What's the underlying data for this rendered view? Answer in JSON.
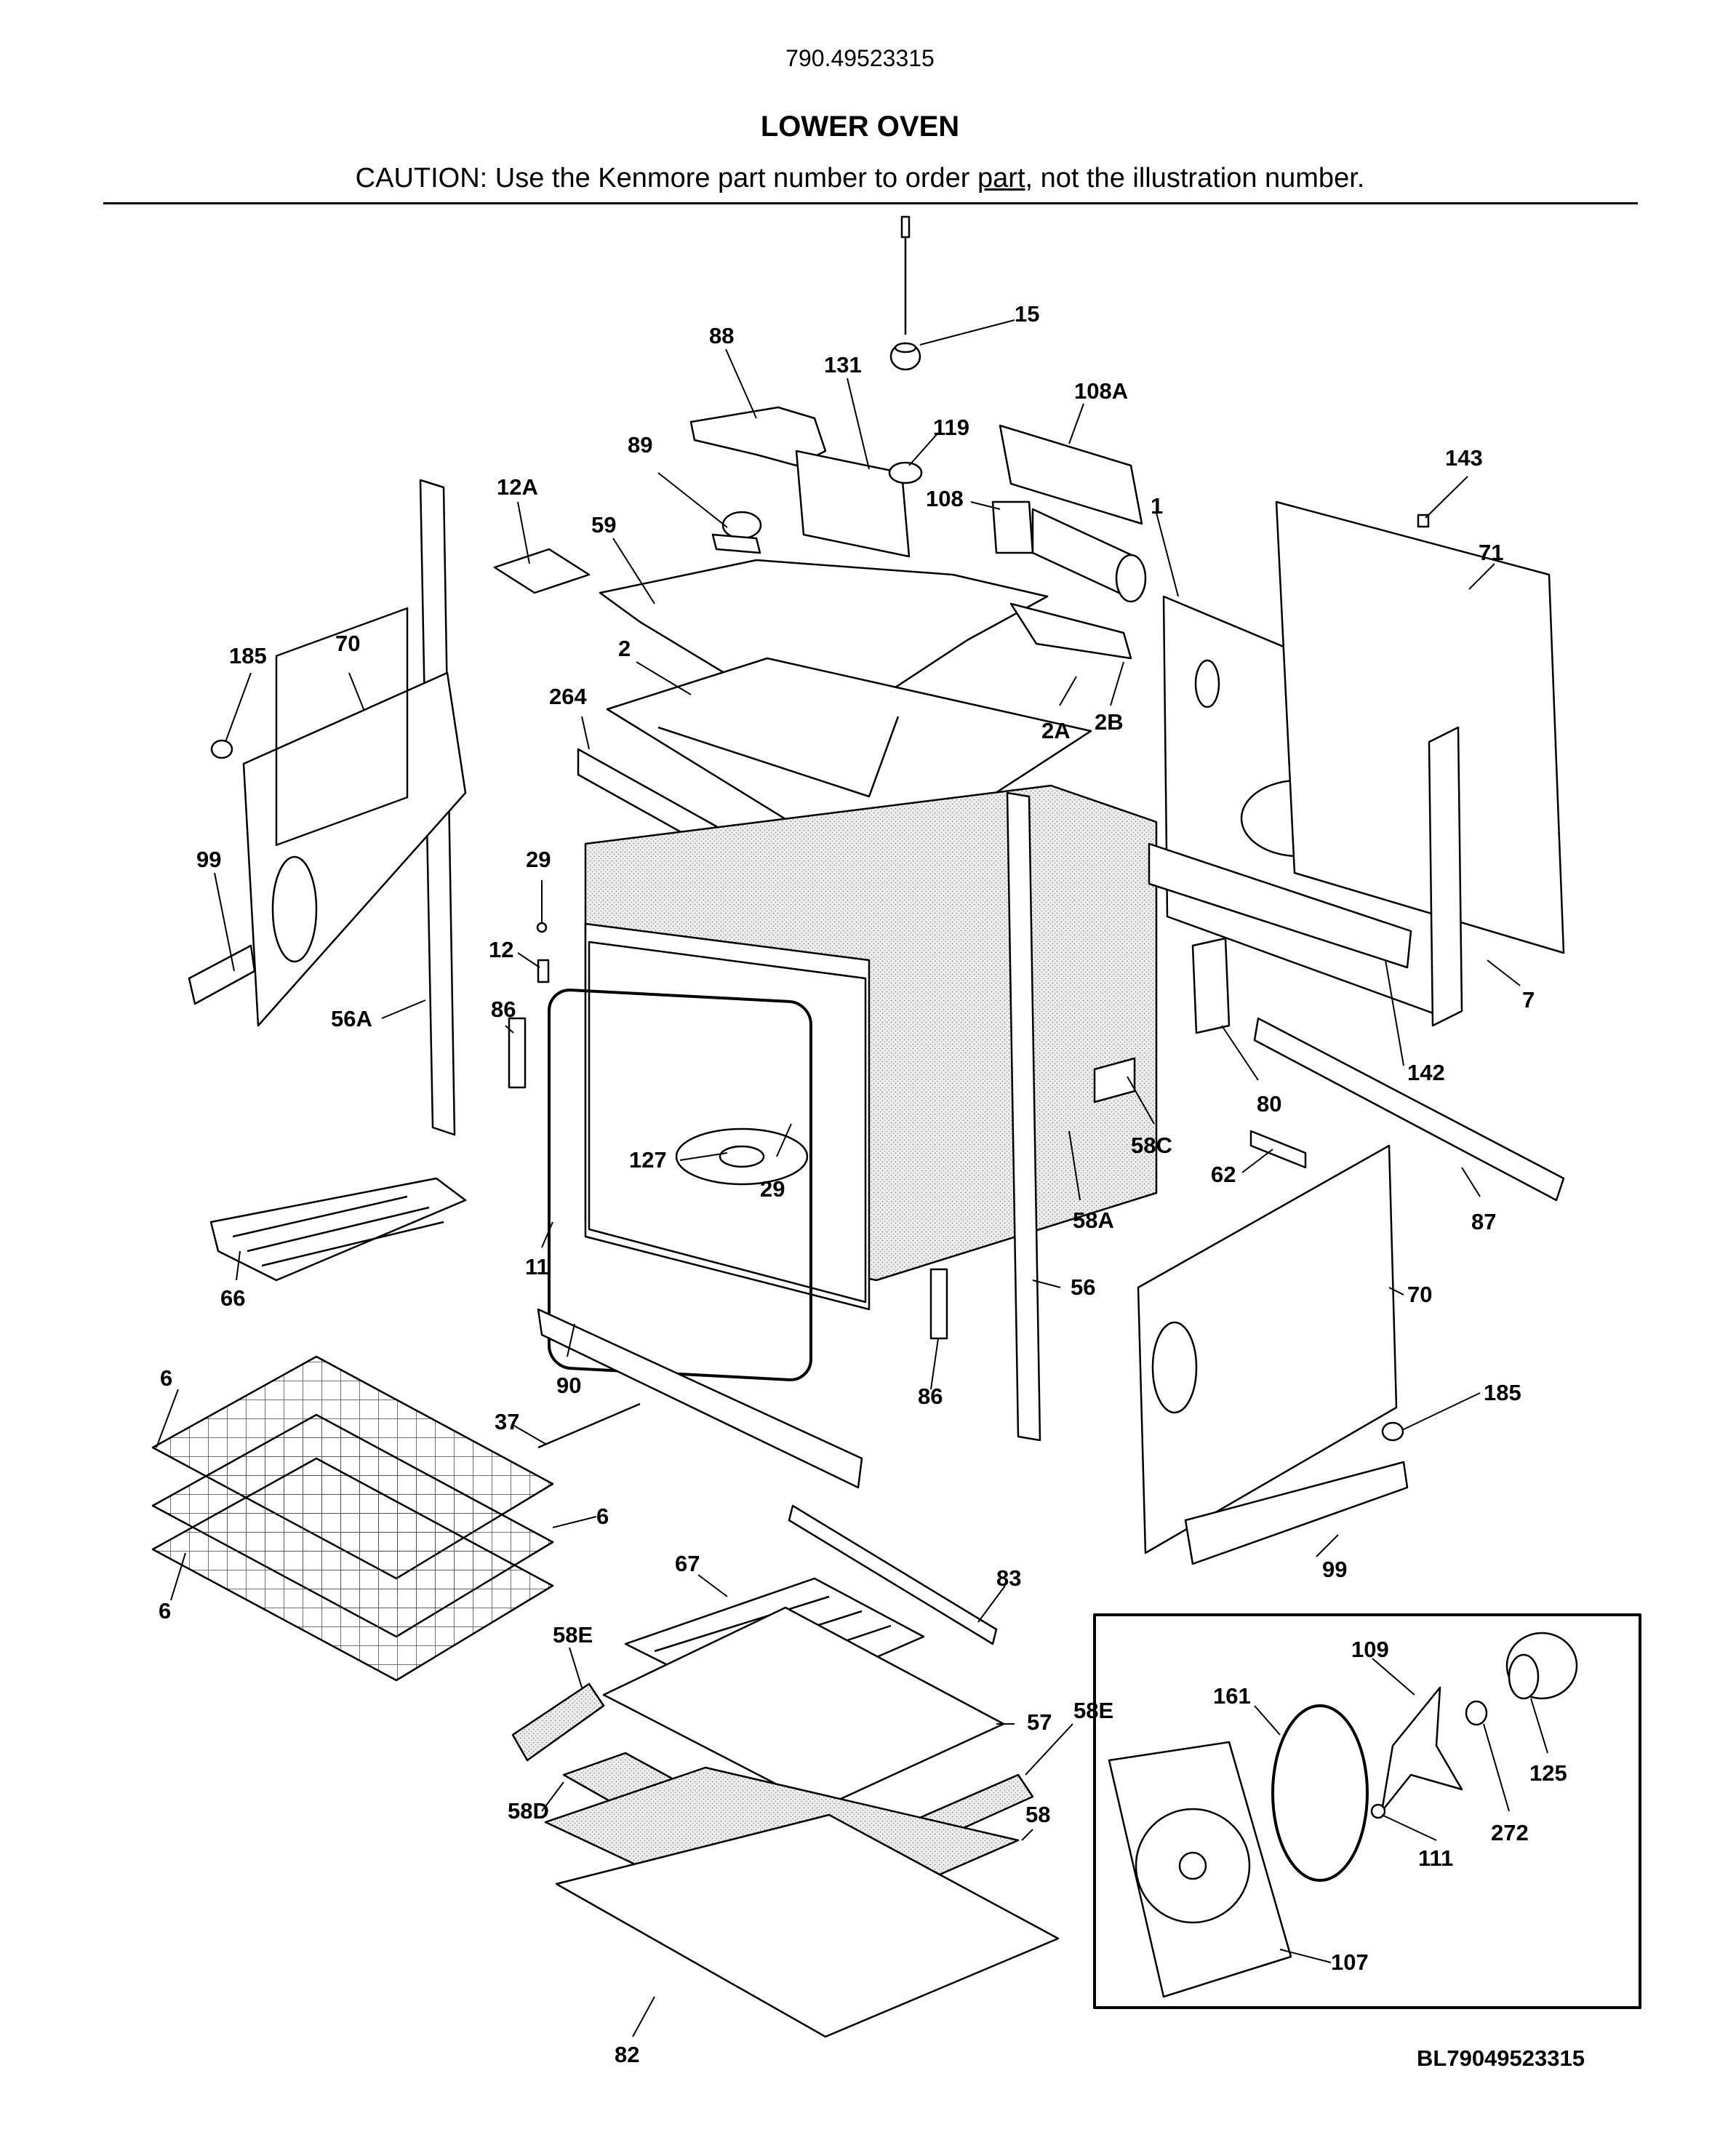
{
  "header": {
    "model_number": "790.49523315",
    "section_title": "LOWER OVEN",
    "caution_prefix": "CAUTION: Use the Kenmore part number to order ",
    "caution_link": "part",
    "caution_suffix": ", not the illustration number."
  },
  "footer": {
    "diagram_code": "BL79049523315"
  },
  "callouts": {
    "c15": "15",
    "c88": "88",
    "c131": "131",
    "c108A": "108A",
    "c119": "119",
    "c89": "89",
    "c108": "108",
    "c12A": "12A",
    "c59": "59",
    "c1": "1",
    "c143": "143",
    "c71": "71",
    "c185a": "185",
    "c70a": "70",
    "c2": "2",
    "c264": "264",
    "c2A": "2A",
    "c2B": "2B",
    "c99a": "99",
    "c29a": "29",
    "c12": "12",
    "c56A": "56A",
    "c86a": "86",
    "c7": "7",
    "c142": "142",
    "c80": "80",
    "c58C": "58C",
    "c127": "127",
    "c29b": "29",
    "c62": "62",
    "c58A": "58A",
    "c87": "87",
    "c66": "66",
    "c11": "11",
    "c56": "56",
    "c70b": "70",
    "c6a": "6",
    "c90": "90",
    "c86b": "86",
    "c185b": "185",
    "c37": "37",
    "c6b": "6",
    "c99b": "99",
    "c6c": "6",
    "c67": "67",
    "c83": "83",
    "c58Ea": "58E",
    "c57": "57",
    "c58Eb": "58E",
    "c109": "109",
    "c161": "161",
    "c125": "125",
    "c58D": "58D",
    "c58": "58",
    "c272": "272",
    "c111": "111",
    "c107": "107",
    "c82": "82"
  }
}
